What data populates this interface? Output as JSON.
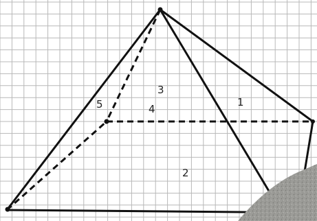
{
  "diagram": {
    "face_labels": {
      "label_1": "1",
      "label_2": "2",
      "label_3": "3",
      "label_4": "4",
      "label_5": "5"
    },
    "colors": {
      "background": "#ffffff",
      "grid": "#b8b8b8",
      "edge": "#111111",
      "label": "#222222",
      "stone": "#9a9a96"
    }
  }
}
